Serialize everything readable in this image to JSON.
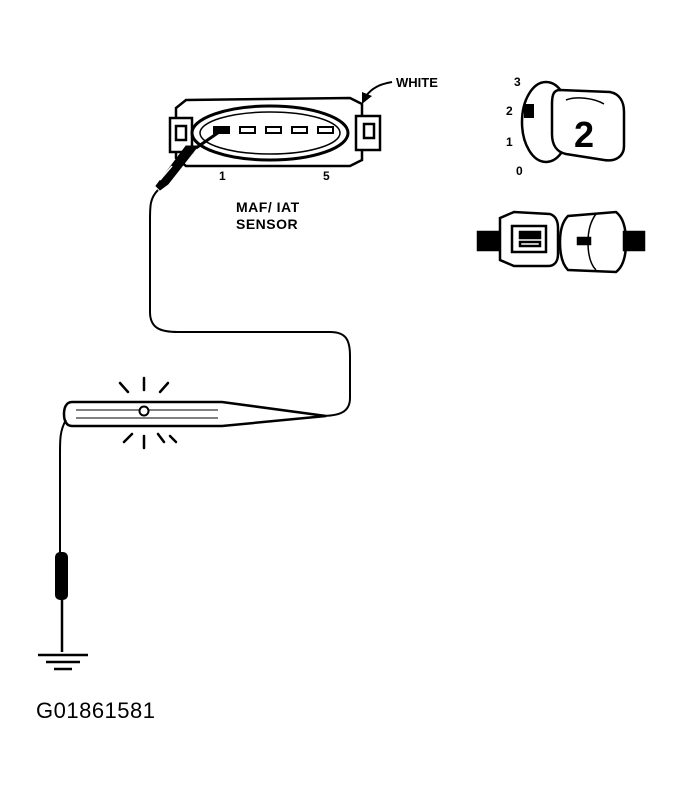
{
  "labels": {
    "connector_color": "WHITE",
    "sensor_line1": "MAF/ IAT",
    "sensor_line2": "SENSOR",
    "pin_left": "1",
    "pin_right": "5"
  },
  "ignition": {
    "positions": [
      "3",
      "2",
      "1",
      "0"
    ],
    "key_number": "2"
  },
  "figure_id": "G01861581"
}
